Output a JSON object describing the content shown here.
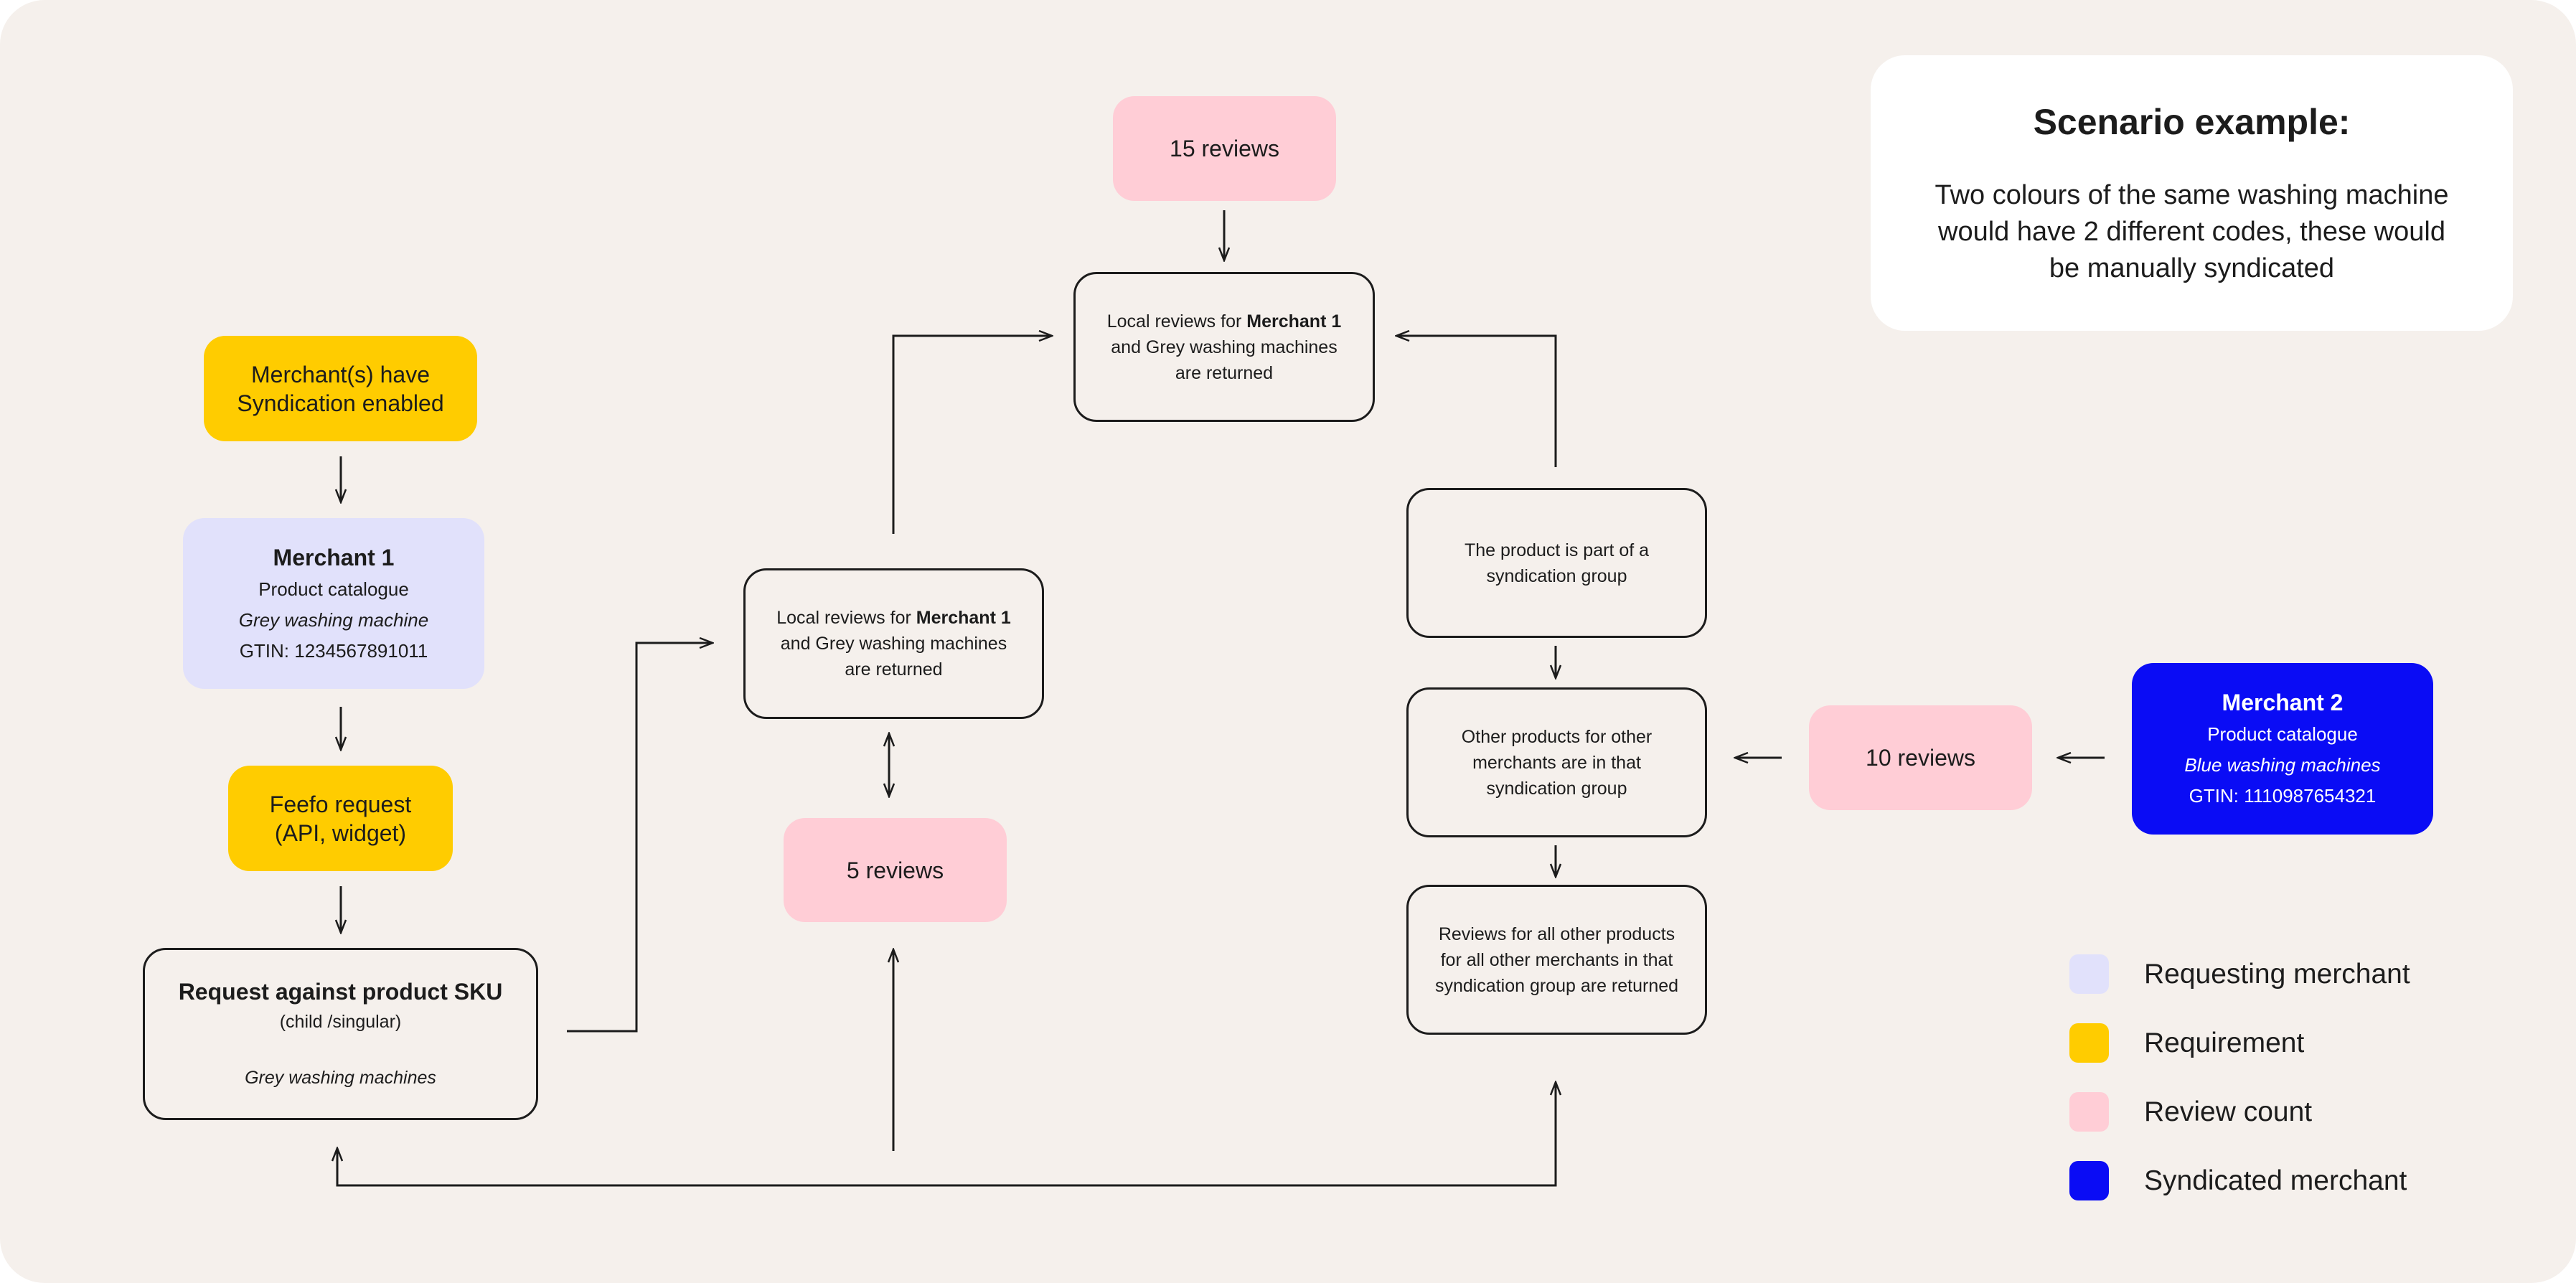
{
  "colors": {
    "background": "#f5f0ec",
    "requirement": "#ffcc00",
    "review_count": "#ffcdd6",
    "requesting_merchant": "#e1e1fb",
    "syndicated_merchant": "#0a0cf5",
    "outline": "#1c1c1c"
  },
  "scenario": {
    "title": "Scenario example:",
    "body": "Two colours of the same washing machine would have 2 different codes, these would be manually syndicated"
  },
  "nodes": {
    "syndication_enabled": "Merchant(s) have Syndication enabled",
    "merchant1": {
      "title": "Merchant 1",
      "catalogue": "Product catalogue",
      "product": "Grey washing machine",
      "gtin": "GTIN: 1234567891011"
    },
    "feefo_request": "Feefo request (API, widget)",
    "sku_request": {
      "title": "Request against product SKU",
      "subtitle": "(child /singular)",
      "product": "Grey washing machines"
    },
    "local_reviews_middle": {
      "pre": "Local reviews for ",
      "bold": "Merchant 1",
      "post": " and Grey washing machines are returned"
    },
    "five_reviews": "5 reviews",
    "fifteen_reviews": "15 reviews",
    "local_reviews_top": {
      "pre": "Local reviews for ",
      "bold": "Merchant 1",
      "post": " and Grey washing machines are returned"
    },
    "syndication_group": "The product is part of a syndication group",
    "other_products": "Other products for other merchants are in that syndication group",
    "all_reviews": "Reviews for all other products for all other merchants in that syndication group are returned",
    "ten_reviews": "10 reviews",
    "merchant2": {
      "title": "Merchant 2",
      "catalogue": "Product catalogue",
      "product": "Blue washing machines",
      "gtin": "GTIN: 1110987654321"
    }
  },
  "legend": [
    {
      "label": "Requesting merchant",
      "color": "#e1e1fb"
    },
    {
      "label": "Requirement",
      "color": "#ffcc00"
    },
    {
      "label": "Review count",
      "color": "#ffcdd6"
    },
    {
      "label": "Syndicated merchant",
      "color": "#0a0cf5"
    }
  ]
}
